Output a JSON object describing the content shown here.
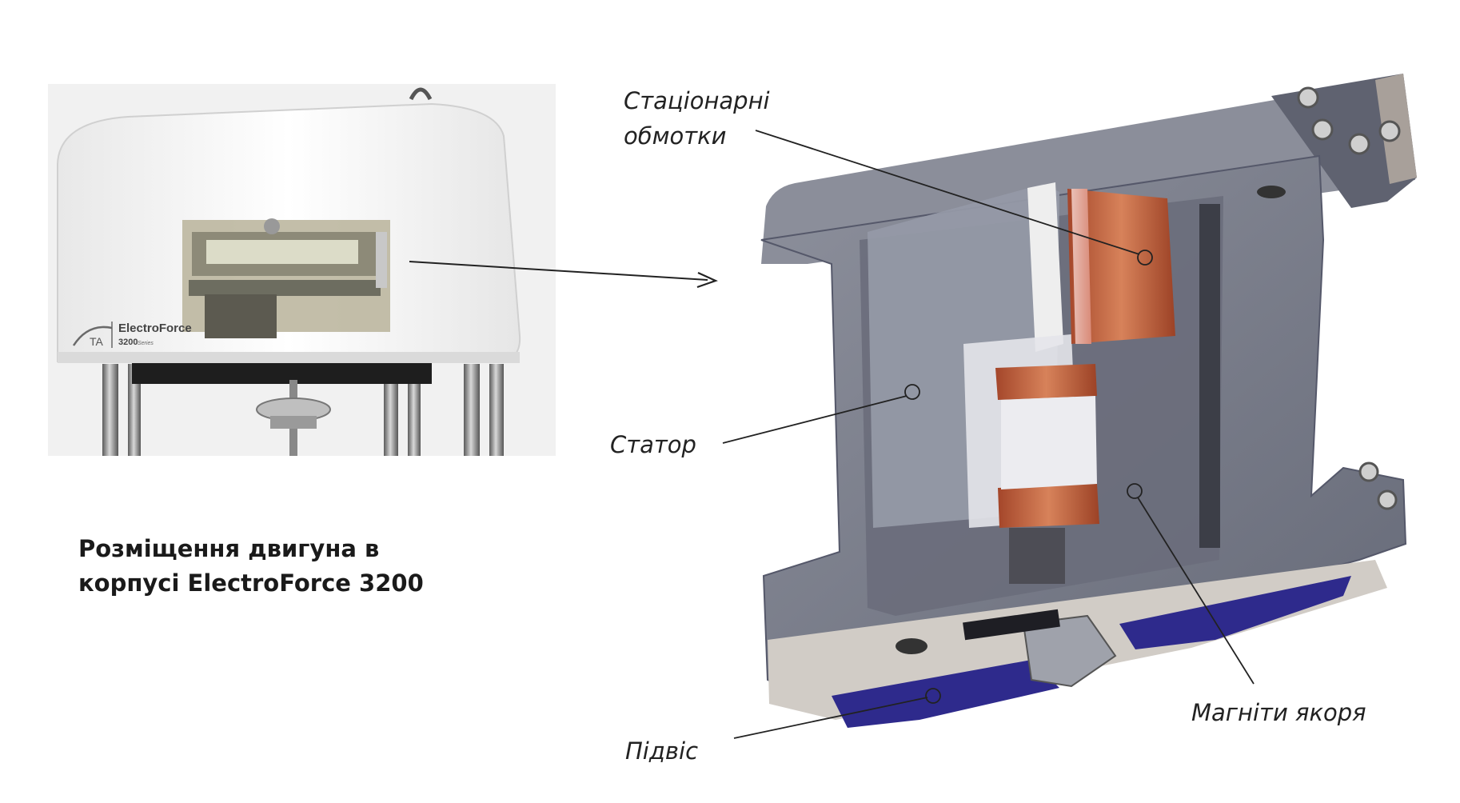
{
  "caption": {
    "line1": "Розміщення двигуна в",
    "line2": "корпусі ElectroForce 3200"
  },
  "product_photo": {
    "logo_mark": "TA",
    "brand": "ElectroForce",
    "model": "3200",
    "series": "Series"
  },
  "labels": {
    "stationary_windings_line1": "Стаціонарні",
    "stationary_windings_line2": "обмотки",
    "stator": "Статор",
    "armature_magnets": "Магніти якоря",
    "suspension": "Підвіс"
  },
  "colors": {
    "housing_white": "#f4f4f4",
    "motor_gray": "#7c7f8d",
    "coil_copper": "#c8683e",
    "magnet_blue": "#2e2a8c",
    "pointer": "#222222"
  }
}
